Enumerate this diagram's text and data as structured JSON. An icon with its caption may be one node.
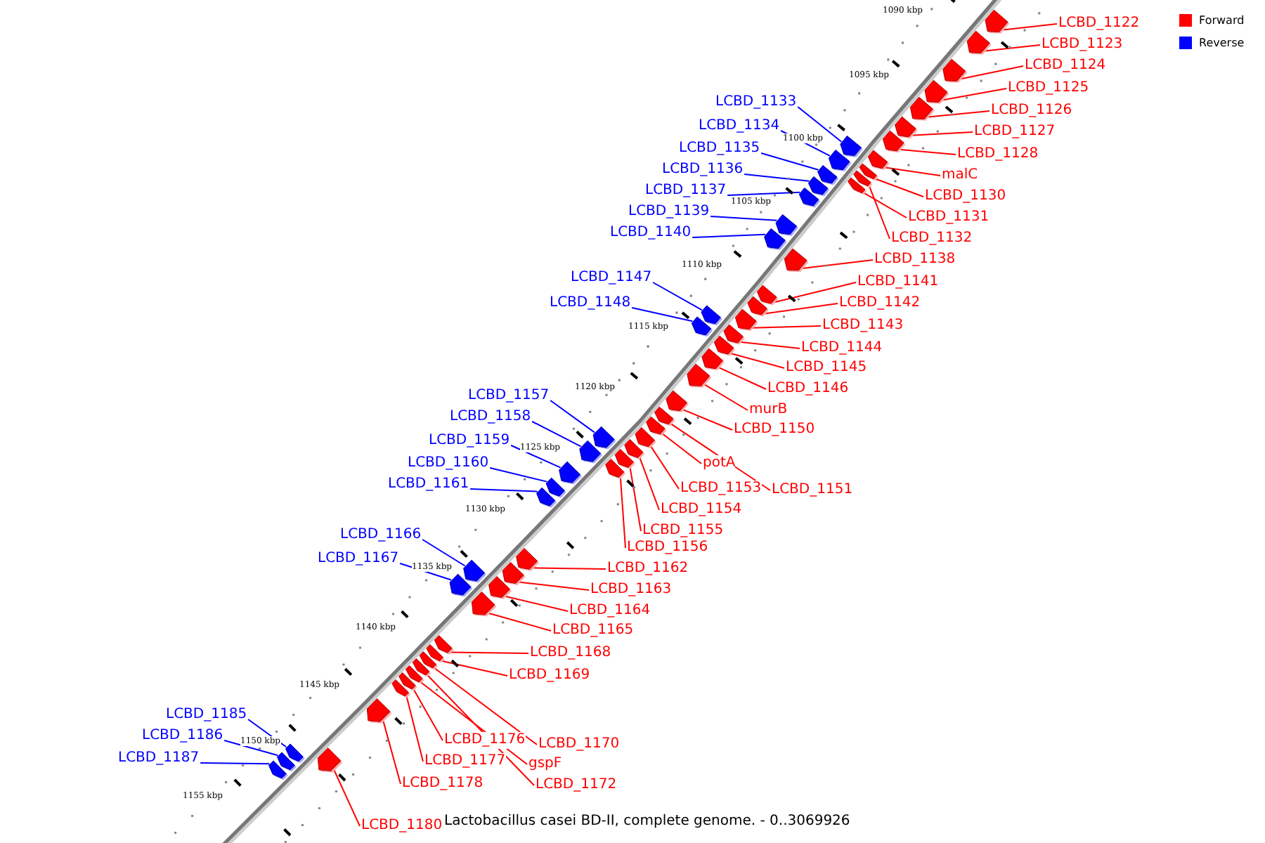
{
  "diagram": {
    "caption": "Lactobacillus casei BD-II, complete genome. - 0..3069926",
    "nodes": [
      {
        "text": [
          "LCBD_1122"
        ]
      },
      {
        "text": [
          "LCBD_1123"
        ]
      },
      {
        "text": [
          "LCBD_1124"
        ]
      },
      {
        "text": [
          "LCBD_1125"
        ]
      },
      {
        "text": [
          "LCBD_1133"
        ]
      },
      {
        "text": [
          "LCBD_1126"
        ]
      },
      {
        "text": [
          "LCBD_1134"
        ]
      },
      {
        "text": [
          "LCBD_1127"
        ]
      },
      {
        "text": [
          "LCBD_1135"
        ]
      },
      {
        "text": [
          "LCBD_1128"
        ]
      },
      {
        "text": [
          "LCBD_1136"
        ]
      },
      {
        "text": [
          "malC"
        ]
      },
      {
        "text": [
          "LCBD_1137"
        ]
      },
      {
        "text": [
          "LCBD_1130"
        ]
      },
      {
        "text": [
          "LCBD_1139"
        ]
      },
      {
        "text": [
          "LCBD_1131"
        ]
      },
      {
        "text": [
          "LCBD_1140"
        ]
      },
      {
        "text": [
          "LCBD_1132"
        ]
      },
      {
        "text": [
          "LCBD_1138"
        ]
      },
      {
        "text": [
          "LCBD_1147"
        ]
      },
      {
        "text": [
          "LCBD_1141"
        ]
      },
      {
        "text": [
          "LCBD_1142"
        ]
      },
      {
        "text": [
          "LCBD_1148"
        ]
      },
      {
        "text": [
          "LCBD_1143"
        ]
      },
      {
        "text": [
          "LCBD_1144"
        ]
      },
      {
        "text": [
          "LCBD_1145"
        ]
      },
      {
        "text": [
          "LCBD_1146"
        ]
      },
      {
        "text": [
          "LCBD_1157"
        ]
      },
      {
        "text": [
          "murB"
        ]
      },
      {
        "text": [
          "LCBD_1158"
        ]
      },
      {
        "text": [
          "LCBD_1150"
        ]
      },
      {
        "text": [
          "LCBD_1159"
        ]
      },
      {
        "text": [
          "potA"
        ]
      },
      {
        "text": [
          "LCBD_1160"
        ]
      },
      {
        "text": [
          "LCBD_1161"
        ]
      },
      {
        "text": [
          "LCBD_1153"
        ]
      },
      {
        "text": [
          "LCBD_1151"
        ]
      },
      {
        "text": [
          "LCBD_1154"
        ]
      },
      {
        "text": [
          "LCBD_1155"
        ]
      },
      {
        "text": [
          "LCBD_1156"
        ]
      },
      {
        "text": [
          "LCBD_1166"
        ]
      },
      {
        "text": [
          "LCBD_1167"
        ]
      },
      {
        "text": [
          "LCBD_1162"
        ]
      },
      {
        "text": [
          "LCBD_1163"
        ]
      },
      {
        "text": [
          "LCBD_1164"
        ]
      },
      {
        "text": [
          "LCBD_1165"
        ]
      },
      {
        "text": [
          "LCBD_1168"
        ]
      },
      {
        "text": [
          "LCBD_1169"
        ]
      },
      {
        "text": [
          "LCBD_1185"
        ]
      },
      {
        "text": [
          "LCBD_1186"
        ]
      },
      {
        "text": [
          "LCBD_1176"
        ]
      },
      {
        "text": [
          "LCBD_1170"
        ]
      },
      {
        "text": [
          "LCBD_1187"
        ]
      },
      {
        "text": [
          "LCBD_1177"
        ]
      },
      {
        "text": [
          "gspF"
        ]
      },
      {
        "text": [
          "LCBD_1178"
        ]
      },
      {
        "text": [
          "LCBD_1172"
        ]
      },
      {
        "text": [
          "LCBD_1180"
        ]
      },
      {
        "text": [],
        "shape": "pentagon"
      },
      {
        "text": [],
        "shape": "pentagon"
      },
      {
        "text": [],
        "shape": "pentagon"
      },
      {
        "text": [],
        "shape": "pentagon"
      },
      {
        "text": [],
        "shape": "pentagon"
      },
      {
        "text": [],
        "shape": "pentagon"
      },
      {
        "text": [],
        "shape": "pentagon"
      },
      {
        "text": [],
        "shape": "pentagon"
      },
      {
        "text": [],
        "shape": "pentagon"
      },
      {
        "text": [],
        "shape": "pentagon"
      },
      {
        "text": [],
        "shape": "pentagon"
      },
      {
        "text": [],
        "shape": "pentagon"
      },
      {
        "text": [],
        "shape": "pentagon"
      },
      {
        "text": [],
        "shape": "pentagon"
      },
      {
        "text": [],
        "shape": "pentagon"
      },
      {
        "text": [],
        "shape": "pentagon"
      },
      {
        "text": [],
        "shape": "pentagon"
      },
      {
        "text": [],
        "shape": "pentagon"
      },
      {
        "text": [],
        "shape": "pentagon"
      },
      {
        "text": [],
        "shape": "pentagon"
      },
      {
        "text": [],
        "shape": "pentagon"
      },
      {
        "text": [],
        "shape": "pentagon"
      },
      {
        "text": [],
        "shape": "pentagon"
      },
      {
        "text": [],
        "shape": "pentagon"
      },
      {
        "text": [],
        "shape": "pentagon"
      },
      {
        "text": [],
        "shape": "pentagon"
      },
      {
        "text": [],
        "shape": "pentagon"
      },
      {
        "text": [],
        "shape": "pentagon"
      },
      {
        "text": [],
        "shape": "pentagon"
      },
      {
        "text": [],
        "shape": "pentagon"
      },
      {
        "text": [],
        "shape": "pentagon"
      },
      {
        "text": [],
        "shape": "pentagon"
      },
      {
        "text": [],
        "shape": "pentagon"
      },
      {
        "text": [],
        "shape": "pentagon"
      },
      {
        "text": [],
        "shape": "pentagon"
      },
      {
        "text": [],
        "shape": "pentagon"
      },
      {
        "text": [],
        "shape": "pentagon"
      },
      {
        "text": [],
        "shape": "pentagon"
      },
      {
        "text": [],
        "shape": "pentagon"
      },
      {
        "text": [],
        "shape": "pentagon"
      },
      {
        "text": [],
        "shape": "pentagon"
      },
      {
        "text": [],
        "shape": "pentagon"
      },
      {
        "text": [],
        "shape": "pentagon"
      },
      {
        "text": [],
        "shape": "pentagon"
      },
      {
        "text": [],
        "shape": "pentagon"
      },
      {
        "text": [],
        "shape": "pentagon"
      },
      {
        "text": [],
        "shape": "pentagon"
      },
      {
        "text": [],
        "shape": "pentagon"
      },
      {
        "text": [],
        "shape": "pentagon"
      },
      {
        "text": [],
        "shape": "pentagon"
      },
      {
        "text": [],
        "shape": "pentagon"
      },
      {
        "text": [],
        "shape": "pentagon"
      },
      {
        "text": [],
        "shape": "pentagon"
      },
      {
        "text": [],
        "shape": "pentagon"
      },
      {
        "text": [],
        "shape": "pentagon"
      },
      {
        "text": [],
        "shape": "pentagon"
      },
      {
        "text": [],
        "shape": "pentagon"
      },
      {
        "text": [],
        "shape": "pentagon"
      }
    ],
    "edges": [
      {
        "from": 0,
        "to": 58,
        "arrow": "none"
      },
      {
        "from": 1,
        "to": 59,
        "arrow": "none"
      },
      {
        "from": 2,
        "to": 60,
        "arrow": "none"
      },
      {
        "from": 3,
        "to": 61,
        "arrow": "none"
      },
      {
        "from": 4,
        "to": 66,
        "arrow": "none",
        "color": "#0000ff"
      },
      {
        "from": 5,
        "to": 62,
        "arrow": "none"
      },
      {
        "from": 6,
        "to": 69,
        "arrow": "none",
        "color": "#0000ff"
      },
      {
        "from": 7,
        "to": 63,
        "arrow": "none"
      },
      {
        "from": 8,
        "to": 71,
        "arrow": "none",
        "color": "#0000ff"
      },
      {
        "from": 9,
        "to": 64,
        "arrow": "none"
      },
      {
        "from": 10,
        "to": 72,
        "arrow": "none",
        "color": "#0000ff"
      },
      {
        "from": 11,
        "to": 65,
        "arrow": "none"
      },
      {
        "from": 12,
        "to": 73,
        "arrow": "none",
        "color": "#0000ff"
      },
      {
        "from": 13,
        "to": 67,
        "arrow": "none"
      },
      {
        "from": 14,
        "to": 74,
        "arrow": "none",
        "color": "#0000ff"
      },
      {
        "from": 15,
        "to": 70,
        "arrow": "none"
      },
      {
        "from": 16,
        "to": 75,
        "arrow": "none",
        "color": "#0000ff"
      },
      {
        "from": 17,
        "to": 68,
        "arrow": "none"
      },
      {
        "from": 18,
        "to": 76,
        "arrow": "none"
      },
      {
        "from": 19,
        "to": 80,
        "arrow": "none",
        "color": "#0000ff"
      },
      {
        "from": 20,
        "to": 77,
        "arrow": "none"
      },
      {
        "from": 21,
        "to": 78,
        "arrow": "none"
      },
      {
        "from": 22,
        "to": 82,
        "arrow": "none",
        "color": "#0000ff"
      },
      {
        "from": 23,
        "to": 79,
        "arrow": "none"
      },
      {
        "from": 24,
        "to": 81,
        "arrow": "none"
      },
      {
        "from": 25,
        "to": 83,
        "arrow": "none"
      },
      {
        "from": 26,
        "to": 84,
        "arrow": "none"
      },
      {
        "from": 27,
        "to": 91,
        "arrow": "none",
        "color": "#0000ff"
      },
      {
        "from": 28,
        "to": 85,
        "arrow": "none"
      },
      {
        "from": 29,
        "to": 94,
        "arrow": "none",
        "color": "#0000ff"
      },
      {
        "from": 30,
        "to": 86,
        "arrow": "none"
      },
      {
        "from": 31,
        "to": 95,
        "arrow": "none",
        "color": "#0000ff"
      },
      {
        "from": 32,
        "to": 88,
        "arrow": "none"
      },
      {
        "from": 33,
        "to": 96,
        "arrow": "none",
        "color": "#0000ff"
      },
      {
        "from": 34,
        "to": 97,
        "arrow": "none",
        "color": "#0000ff"
      },
      {
        "from": 35,
        "to": 89,
        "arrow": "none"
      },
      {
        "from": 36,
        "to": 87,
        "arrow": "none"
      },
      {
        "from": 37,
        "to": 90,
        "arrow": "none"
      },
      {
        "from": 38,
        "to": 92,
        "arrow": "none"
      },
      {
        "from": 39,
        "to": 93,
        "arrow": "none"
      },
      {
        "from": 40,
        "to": 101,
        "arrow": "none",
        "color": "#0000ff"
      },
      {
        "from": 41,
        "to": 103,
        "arrow": "none",
        "color": "#0000ff"
      },
      {
        "from": 42,
        "to": 98,
        "arrow": "none"
      },
      {
        "from": 43,
        "to": 99,
        "arrow": "none"
      },
      {
        "from": 44,
        "to": 100,
        "arrow": "none"
      },
      {
        "from": 45,
        "to": 102,
        "arrow": "none"
      },
      {
        "from": 46,
        "to": 104,
        "arrow": "none"
      },
      {
        "from": 47,
        "to": 105,
        "arrow": "none"
      },
      {
        "from": 48,
        "to": 113,
        "arrow": "none",
        "color": "#0000ff"
      },
      {
        "from": 49,
        "to": 114,
        "arrow": "none",
        "color": "#0000ff"
      },
      {
        "from": 50,
        "to": 109,
        "arrow": "none"
      },
      {
        "from": 51,
        "to": 106,
        "arrow": "none"
      },
      {
        "from": 52,
        "to": 115,
        "arrow": "none",
        "color": "#0000ff"
      },
      {
        "from": 53,
        "to": 110,
        "arrow": "none"
      },
      {
        "from": 54,
        "to": 108,
        "arrow": "none"
      },
      {
        "from": 55,
        "to": 111,
        "arrow": "none"
      },
      {
        "from": 56,
        "to": 107,
        "arrow": "none"
      },
      {
        "from": 57,
        "to": 112,
        "arrow": "none"
      }
    ],
    "labels": [
      "1090 kbp",
      "1095 kbp",
      "1100 kbp",
      "1105 kbp",
      "1110 kbp",
      "1115 kbp",
      "1120 kbp",
      "1125 kbp",
      "1130 kbp",
      "1135 kbp",
      "1140 kbp",
      "1145 kbp",
      "1150 kbp",
      "1155 kbp"
    ],
    "legend": [
      {
        "text": "Forward",
        "color": "#ff0000"
      },
      {
        "text": "Reverse",
        "color": "#0000ff"
      }
    ]
  }
}
